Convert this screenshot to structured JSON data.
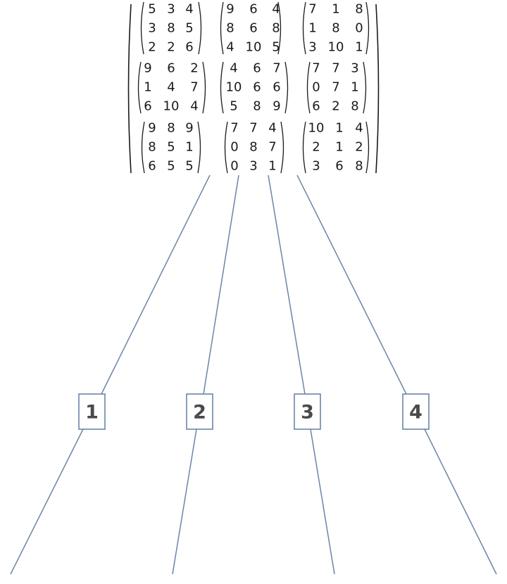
{
  "diagram": {
    "type": "tree",
    "root": {
      "label": "3x3 block matrix of 3x3 matrices",
      "blocks": [
        [
          [
            [
              5,
              3,
              4
            ],
            [
              3,
              8,
              5
            ],
            [
              2,
              2,
              6
            ]
          ],
          [
            [
              9,
              6,
              4
            ],
            [
              8,
              6,
              8
            ],
            [
              4,
              10,
              5
            ]
          ],
          [
            [
              7,
              1,
              8
            ],
            [
              1,
              8,
              0
            ],
            [
              3,
              10,
              1
            ]
          ]
        ],
        [
          [
            [
              9,
              6,
              2
            ],
            [
              1,
              4,
              7
            ],
            [
              6,
              10,
              4
            ]
          ],
          [
            [
              4,
              6,
              7
            ],
            [
              10,
              6,
              6
            ],
            [
              5,
              8,
              9
            ]
          ],
          [
            [
              7,
              7,
              3
            ],
            [
              0,
              7,
              1
            ],
            [
              6,
              2,
              8
            ]
          ]
        ],
        [
          [
            [
              9,
              8,
              9
            ],
            [
              8,
              5,
              1
            ],
            [
              6,
              5,
              5
            ]
          ],
          [
            [
              7,
              7,
              4
            ],
            [
              0,
              8,
              7
            ],
            [
              0,
              3,
              1
            ]
          ],
          [
            [
              10,
              1,
              4
            ],
            [
              2,
              1,
              2
            ],
            [
              3,
              6,
              8
            ]
          ]
        ]
      ]
    },
    "children": [
      {
        "label": "1"
      },
      {
        "label": "2"
      },
      {
        "label": "3"
      },
      {
        "label": "4"
      }
    ],
    "colors": {
      "edge": "#6b85a8",
      "node_border": "#6b85a8",
      "node_text": "#4a4a4a",
      "matrix_text": "#1a1a1a",
      "background": "#ffffff"
    }
  }
}
